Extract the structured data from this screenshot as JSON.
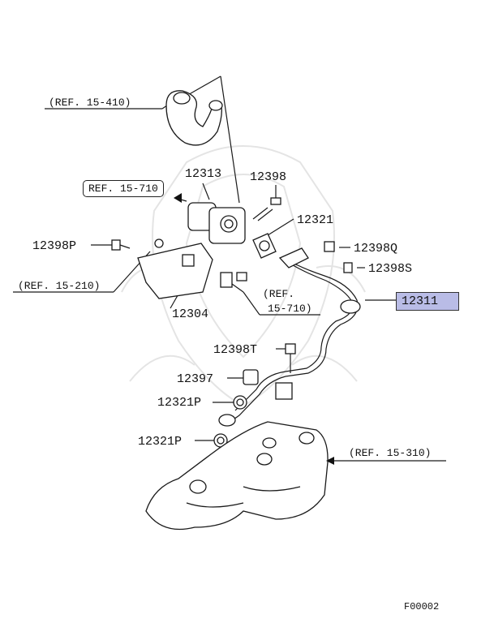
{
  "diagram": {
    "ref_15_410": "(REF. 15-410)",
    "ref_15_710_top": "REF. 15-710",
    "ref_15_210": "(REF. 15-210)",
    "ref_15_710_lower_a": "(REF.",
    "ref_15_710_lower_b": "15-710)",
    "ref_15_310": "(REF. 15-310)",
    "figure_code": "F00002",
    "colors": {
      "highlight": "#b9bce6",
      "line": "#1a1a1a",
      "watermark": "#e4e4e4"
    },
    "parts": {
      "p12313": "12313",
      "p12398": "12398",
      "p12321": "12321",
      "p12398P": "12398P",
      "p12398Q": "12398Q",
      "p12398S": "12398S",
      "p12304": "12304",
      "p12311": "12311",
      "p12398T": "12398T",
      "p12397": "12397",
      "p12321P_a": "12321P",
      "p12321P_b": "12321P"
    }
  }
}
